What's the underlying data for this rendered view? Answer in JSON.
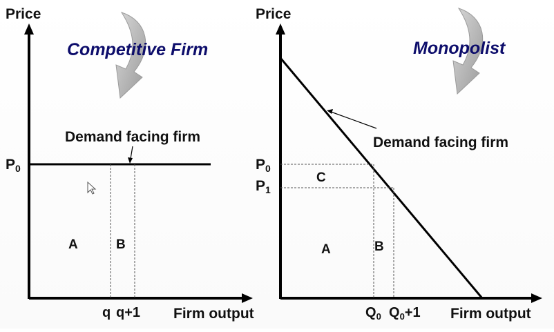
{
  "colors": {
    "axis": "#000000",
    "title": "#0d0d6b",
    "arrow_graphic": "#a9a9a9",
    "guide_line": "#555555"
  },
  "decorations": {
    "curved_arrow_icon": "curved-arrow-down-right",
    "cursor_icon": "mouse-pointer"
  },
  "competitive": {
    "title": "Competitive Firm",
    "y_axis_label": "Price",
    "x_axis_label": "Firm output",
    "price_label": "P",
    "price_sub": "0",
    "demand_label": "Demand facing firm",
    "area_a": "A",
    "area_b": "B",
    "q_label": "q",
    "q1_label": "q+1"
  },
  "monopolist": {
    "title": "Monopolist",
    "y_axis_label": "Price",
    "x_axis_label": "Firm output",
    "p0_label": "P",
    "p0_sub": "0",
    "p1_label": "P",
    "p1_sub": "1",
    "demand_label": "Demand facing firm",
    "area_a": "A",
    "area_b": "B",
    "area_c": "C",
    "q0_label": "Q",
    "q0_sub": "0",
    "q01_label": "Q",
    "q01_sub": "0",
    "q01_suffix": "+1"
  }
}
